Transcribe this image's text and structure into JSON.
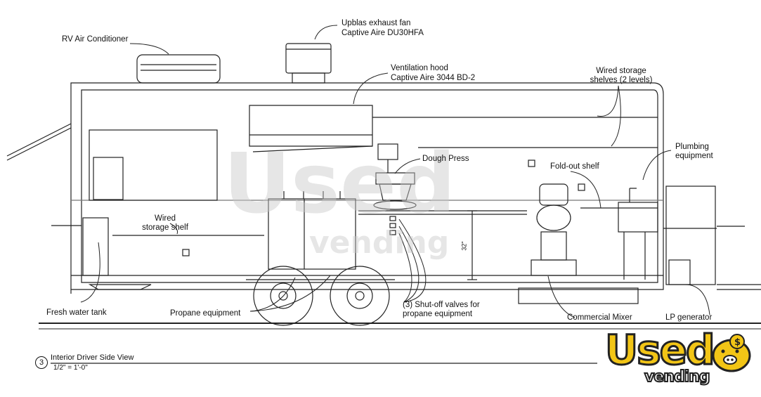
{
  "labels": {
    "rv_ac": "RV Air Conditioner",
    "exhaust_fan_1": "Upblas exhaust fan",
    "exhaust_fan_2": "Captive Aire DU30HFA",
    "vent_hood_1": "Ventilation hood",
    "vent_hood_2": "Captive Aire 3044 BD-2",
    "storage_shelves_1": "Wired storage",
    "storage_shelves_2": "shelves (2 levels)",
    "plumbing_1": "Plumbing",
    "plumbing_2": "equipment",
    "dough_press": "Dough Press",
    "fold_out_shelf": "Fold-out shelf",
    "storage_shelf_1": "Wired",
    "storage_shelf_2": "storage shelf",
    "fresh_water": "Fresh water tank",
    "propane_equipment": "Propane equipment",
    "shutoff_1": "(3) Shut-off valves for",
    "shutoff_2": "propane equipment",
    "mixer": "Commercial Mixer",
    "lp_generator": "LP generator",
    "dimension": "32\""
  },
  "title_block": {
    "number": "3",
    "title": "Interior Driver Side View",
    "scale": "1/2\" = 1'-0\""
  },
  "watermark": {
    "word": "Used",
    "sub": "vending",
    "accent_color": "#f2c516"
  }
}
